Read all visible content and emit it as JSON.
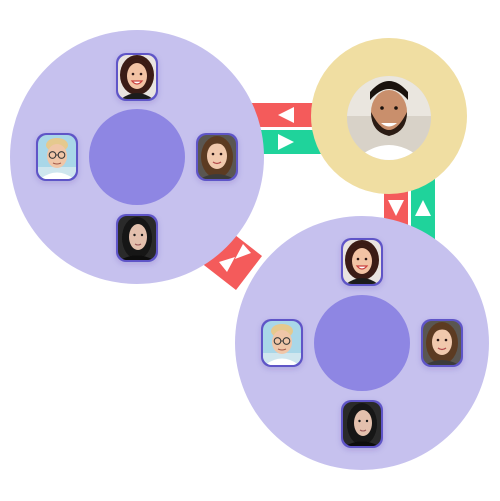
{
  "colors": {
    "group_circle": "#c6c1ee",
    "group_center": "#8e86e3",
    "avatar_frame": "#5f55c7",
    "host_circle": "#f0dea2",
    "link_red": "#f45b5b",
    "link_green": "#1fd39b",
    "arrow_fill": "#ffffff"
  },
  "host": {
    "icon": "bearded-man-avatar-icon"
  },
  "groups": [
    {
      "members": [
        {
          "position": "top",
          "icon": "red-haired-woman-avatar-icon"
        },
        {
          "position": "left",
          "icon": "man-with-glasses-avatar-icon"
        },
        {
          "position": "right",
          "icon": "brown-haired-woman-avatar-icon"
        },
        {
          "position": "bottom",
          "icon": "dark-haired-woman-avatar-icon"
        }
      ]
    },
    {
      "members": [
        {
          "position": "top",
          "icon": "red-haired-woman-avatar-icon"
        },
        {
          "position": "left",
          "icon": "man-with-glasses-avatar-icon"
        },
        {
          "position": "right",
          "icon": "brown-haired-woman-avatar-icon"
        },
        {
          "position": "bottom",
          "icon": "dark-haired-woman-avatar-icon"
        }
      ]
    }
  ],
  "links": [
    {
      "from": "group-1",
      "to": "host",
      "color": "link_red",
      "direction": "to-group"
    },
    {
      "from": "group-1",
      "to": "host",
      "color": "link_green",
      "direction": "to-host"
    },
    {
      "from": "host",
      "to": "group-2",
      "color": "link_red",
      "direction": "to-group"
    },
    {
      "from": "host",
      "to": "group-2",
      "color": "link_green",
      "direction": "to-host"
    },
    {
      "from": "group-1",
      "to": "group-2",
      "color": "link_red",
      "direction": "bidirectional"
    }
  ]
}
